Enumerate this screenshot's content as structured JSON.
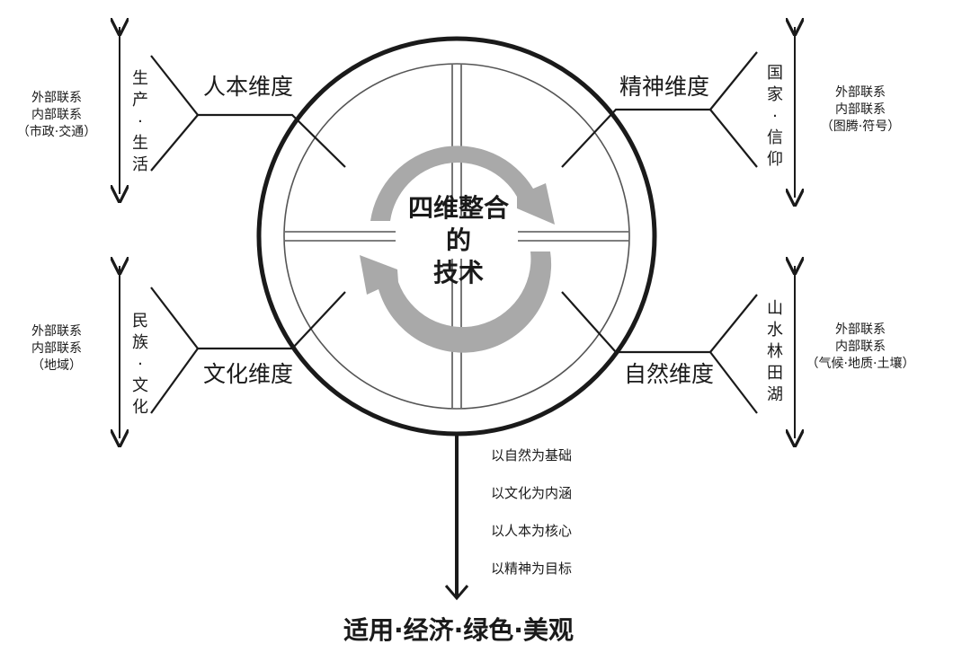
{
  "center": {
    "line1": "四维整合",
    "line2": "的",
    "line3": "技术"
  },
  "dimensions": {
    "human": "人本维度",
    "spirit": "精神维度",
    "culture": "文化维度",
    "nature": "自然维度"
  },
  "vertical_labels": {
    "human": "生产·生活",
    "spirit": "国家·信仰",
    "culture": "民族·文化",
    "nature": "山水林田湖"
  },
  "notes": {
    "human": {
      "line1": "外部联系",
      "line2": "内部联系",
      "line3": "（市政·交通）"
    },
    "spirit": {
      "line1": "外部联系",
      "line2": "内部联系",
      "line3": "（图腾·符号）"
    },
    "culture": {
      "line1": "外部联系",
      "line2": "内部联系",
      "line3": "（地域）"
    },
    "nature": {
      "line1": "外部联系",
      "line2": "内部联系",
      "line3": "（气候·地质·土壤）"
    }
  },
  "principles": [
    "以自然为基础",
    "以文化为内涵",
    "以人本为核心",
    "以精神为目标"
  ],
  "bottom_title": "适用·经济·绿色·美观",
  "colors": {
    "ink": "#1a1a1a",
    "arrow_gray": "#a9a9a9",
    "inner_line": "#555555"
  }
}
